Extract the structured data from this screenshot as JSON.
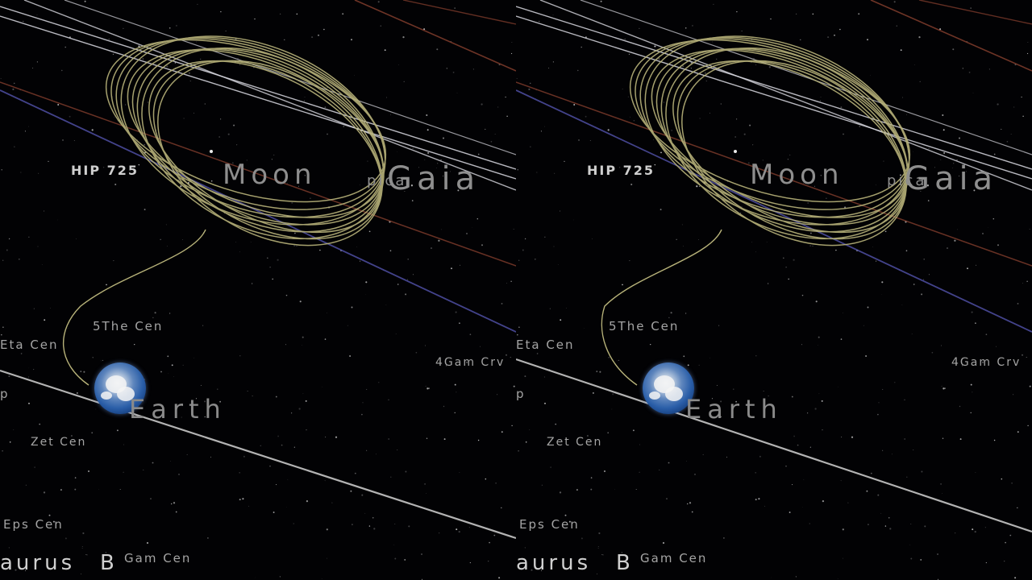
{
  "view": {
    "mode": "stereo-side-by-side",
    "eyes": [
      "left",
      "right"
    ]
  },
  "labels": {
    "moon": "Moon",
    "gaia": "Gaia",
    "earth": "Earth",
    "spica": "pica",
    "hip": "HIP 725",
    "the_cen": "5The Cen",
    "eta_cen": "Eta Cen",
    "gam_crv": "4Gam Crv",
    "up_fragment": "p",
    "zet_cen": "Zet Cen",
    "eps_cen": "Eps Cen",
    "centaurus": "aurus",
    "centaurus_b": "B",
    "gam_cen": "Gam Cen"
  },
  "colors": {
    "background": "#020204",
    "gaia_orbit": "#b8b37a",
    "orbit_white": "#d8d8e0",
    "orbit_brown": "#7a3a2a",
    "orbit_blue": "#4a4a9a",
    "ecliptic": "#bdbdbd"
  }
}
